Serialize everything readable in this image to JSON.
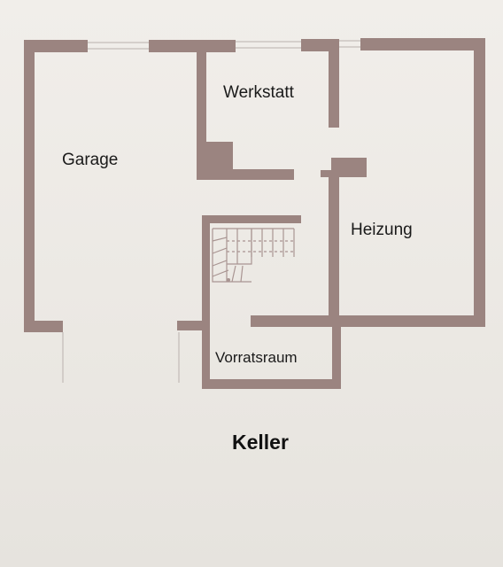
{
  "plan": {
    "title": "Keller",
    "rooms": [
      {
        "id": "garage",
        "label": "Garage"
      },
      {
        "id": "werkstatt",
        "label": "Werkstatt"
      },
      {
        "id": "heizung",
        "label": "Heizung"
      },
      {
        "id": "vorratsraum",
        "label": "Vorratsraum"
      }
    ]
  },
  "colors": {
    "wall": "#9b8480",
    "background": "#ece9e4",
    "text": "#1a1a1a"
  }
}
